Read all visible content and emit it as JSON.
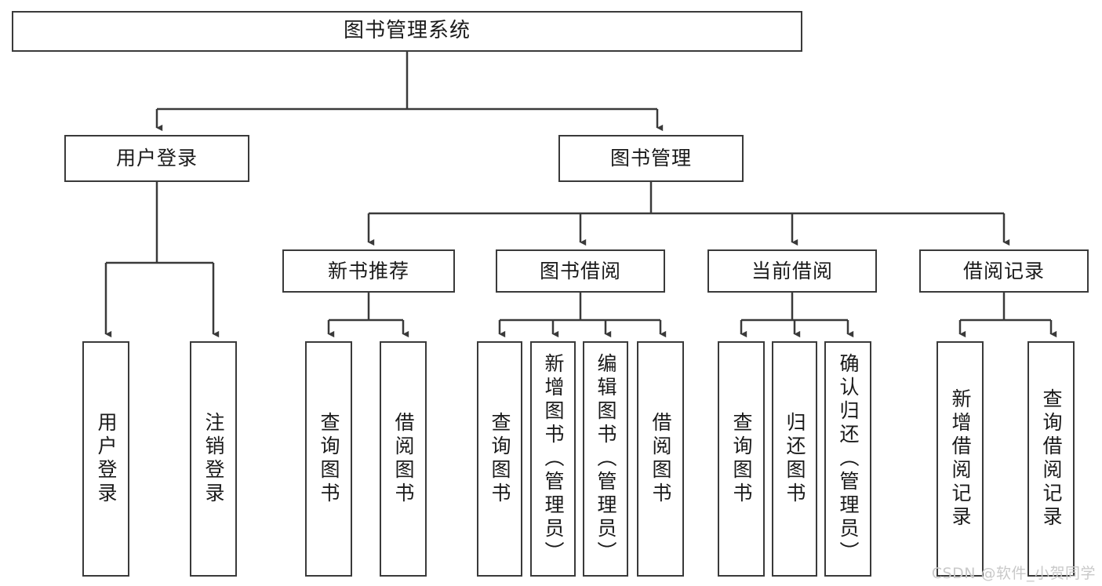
{
  "diagram": {
    "title": "图书管理系统",
    "type": "hierarchy-tree",
    "watermark": "CSDN @软件_小贺同学",
    "colors": {
      "border": "#3a3a3a",
      "background": "#ffffff",
      "text": "#1a1a1a",
      "watermark": "#c9c9c9"
    },
    "nodes": {
      "root": {
        "label": "图书管理系统"
      },
      "level1": [
        {
          "label": "用户登录"
        },
        {
          "label": "图书管理"
        }
      ],
      "level2": [
        {
          "label": "新书推荐"
        },
        {
          "label": "图书借阅"
        },
        {
          "label": "当前借阅"
        },
        {
          "label": "借阅记录"
        }
      ],
      "leaves": {
        "user_login": [
          {
            "label": "用户登录"
          },
          {
            "label": "注销登录"
          }
        ],
        "new_book_recommend": [
          {
            "label": "查询图书"
          },
          {
            "label": "借阅图书"
          }
        ],
        "book_borrow": [
          {
            "label": "查询图书"
          },
          {
            "label": "新增图书（管理员）"
          },
          {
            "label": "编辑图书（管理员）"
          },
          {
            "label": "借阅图书"
          }
        ],
        "current_borrow": [
          {
            "label": "查询图书"
          },
          {
            "label": "归还图书"
          },
          {
            "label": "确认归还（管理员）"
          }
        ],
        "borrow_record": [
          {
            "label": "新增借阅记录"
          },
          {
            "label": "查询借阅记录"
          }
        ]
      }
    }
  }
}
